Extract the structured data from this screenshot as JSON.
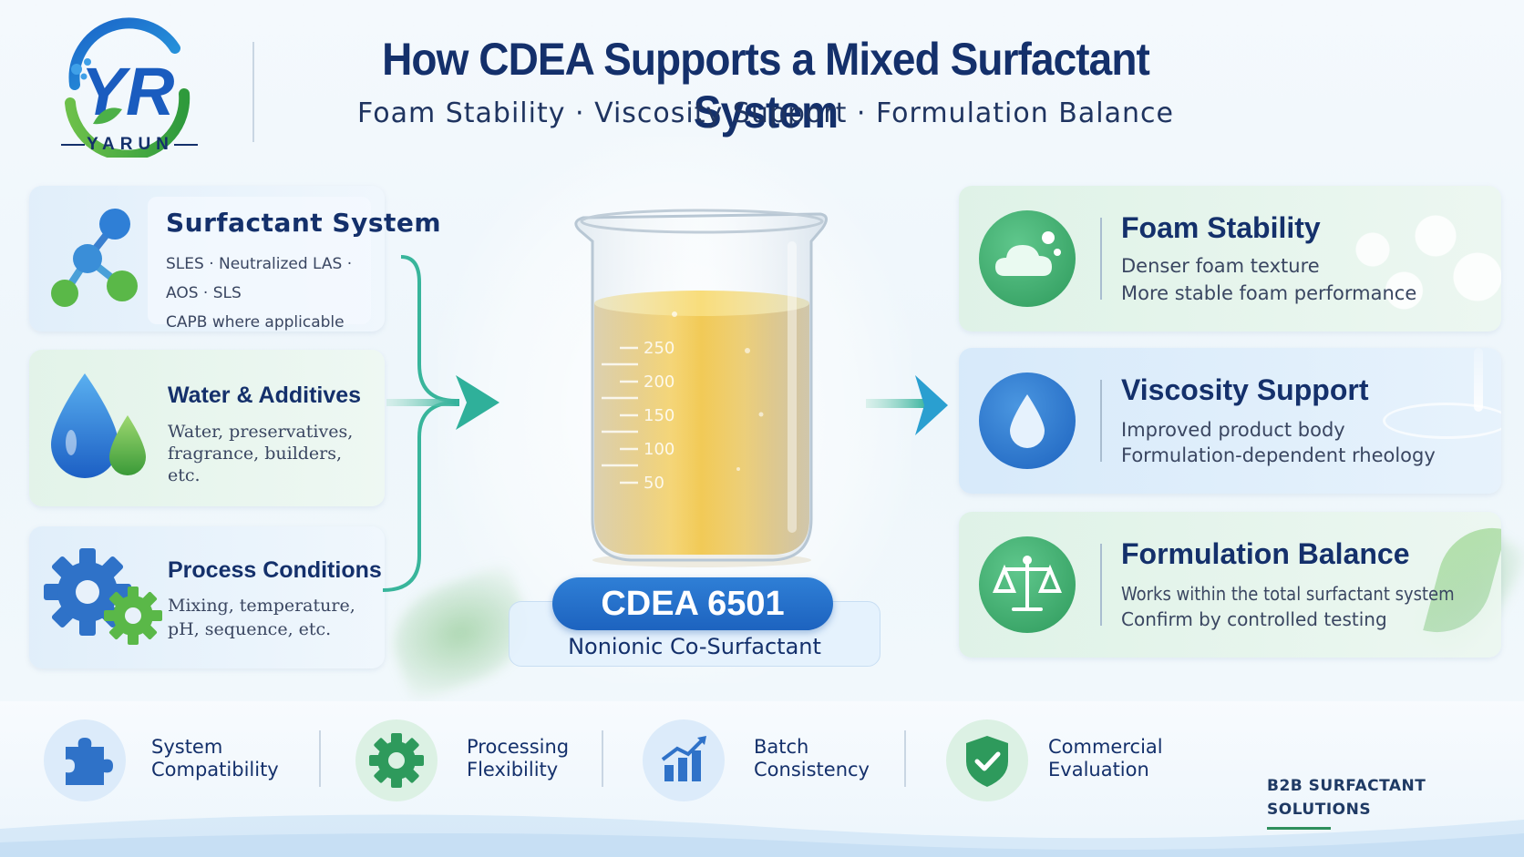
{
  "brand": {
    "name": "YARUN"
  },
  "header": {
    "title": "How CDEA Supports a Mixed Surfactant System",
    "subtitle": "Foam Stability · Viscosity Support · Formulation Balance"
  },
  "inputs": [
    {
      "title": "Surfactant System",
      "lines": "SLES · Neutralized LAS · AOS · SLS\nCAPB where applicable",
      "icon": "molecule-icon"
    },
    {
      "title": "Water & Additives",
      "lines": "Water, preservatives,\nfragrance, builders,\netc.",
      "icon": "water-drops-icon"
    },
    {
      "title": "Process Conditions",
      "lines": "Mixing, temperature,\npH, sequence, etc.",
      "icon": "gears-icon"
    }
  ],
  "beaker": {
    "marks": [
      "250",
      "200",
      "150",
      "100",
      "50"
    ]
  },
  "product": {
    "name": "CDEA 6501",
    "type": "Nonionic Co-Surfactant"
  },
  "outcomes": [
    {
      "title": "Foam Stability",
      "line1": "Denser foam texture",
      "line2": "More stable foam performance",
      "icon": "foam-cloud-icon"
    },
    {
      "title": "Viscosity Support",
      "line1": "Improved product body",
      "line2": "Formulation-dependent rheology",
      "icon": "water-drop-icon"
    },
    {
      "title": "Formulation Balance",
      "line1": "Works within the total surfactant system",
      "line2": "Confirm by controlled testing",
      "icon": "balance-scale-icon"
    }
  ],
  "benefits": [
    {
      "label": "System\nCompatibility",
      "icon": "puzzle-icon"
    },
    {
      "label": "Processing\nFlexibility",
      "icon": "gear-icon"
    },
    {
      "label": "Batch\nConsistency",
      "icon": "bar-chart-icon"
    },
    {
      "label": "Commercial\nEvaluation",
      "icon": "shield-check-icon"
    }
  ],
  "tagline": "B2B SURFACTANT\nSOLUTIONS",
  "colors": {
    "navy": "#14306b",
    "blue": "#1d63bf",
    "green": "#2e9a5c",
    "teal": "#3bb59a",
    "amber": "#e3b320"
  }
}
